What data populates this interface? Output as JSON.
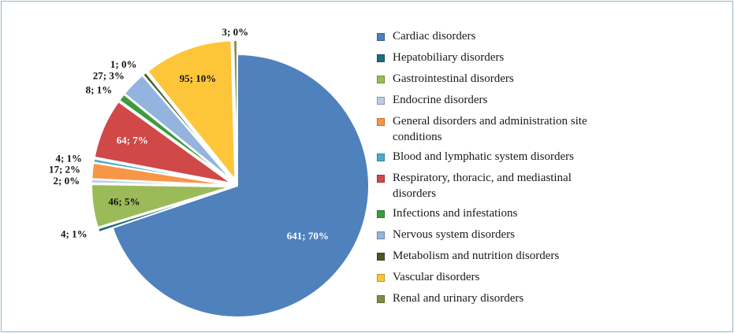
{
  "chart_data": {
    "type": "pie",
    "categories": [
      "Cardiac disorders",
      "Hepatobiliary disorders",
      "Gastrointestinal disorders",
      "Endocrine disorders",
      "General disorders and administration site conditions",
      "Blood and lymphatic system disorders",
      "Respiratory, thoracic, and mediastinal disorders",
      "Infections and infestations",
      "Nervous system disorders",
      "Metabolism and nutrition disorders",
      "Vascular disorders",
      "Renal and urinary disorders"
    ],
    "values": [
      641,
      4,
      46,
      2,
      17,
      4,
      64,
      8,
      27,
      1,
      95,
      3
    ],
    "labels": [
      "641; 70%",
      "4; 1%",
      "46; 5%",
      "2; 0%",
      "17; 2%",
      "4; 1%",
      "64; 7%",
      "8; 1%",
      "27; 3%",
      "1; 0%",
      "95; 10%",
      "3; 0%"
    ],
    "colors": [
      "#4f81bd",
      "#1f6b80",
      "#9bbb59",
      "#b9cde5",
      "#f79646",
      "#4bacc6",
      "#d04848",
      "#3d9b40",
      "#93b4de",
      "#4a5a23",
      "#fdc63a",
      "#7f8c4a"
    ],
    "legend_position": "right"
  }
}
